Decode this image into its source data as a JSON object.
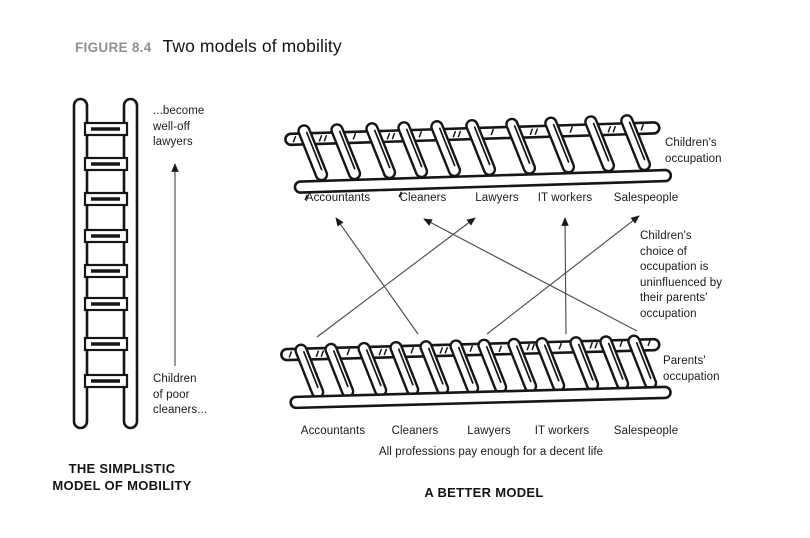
{
  "figure": {
    "label": "FIGURE 8.4",
    "title": "Two models of mobility"
  },
  "simplistic_model": {
    "caption": "THE SIMPLISTIC\nMODEL OF MOBILITY",
    "top_annotation": "...become\nwell-off\nlawyers",
    "bottom_annotation": "Children\nof poor\ncleaners..."
  },
  "better_model": {
    "caption": "A BETTER MODEL",
    "children_ladder_label": "Children's\noccupation",
    "parents_ladder_label": "Parents'\noccupation",
    "children_occupations": [
      "Accountants",
      "Cleaners",
      "Lawyers",
      "IT workers",
      "Salespeople"
    ],
    "parents_occupations": [
      "Accountants",
      "Cleaners",
      "Lawyers",
      "IT workers",
      "Salespeople"
    ],
    "side_note": "Children's\nchoice of\noccupation is\nuninfluenced by\ntheir parents'\noccupation",
    "bottom_note": "All professions pay enough for a decent life",
    "mobility_arrows": [
      {
        "from": "Accountants",
        "to": "Lawyers"
      },
      {
        "from": "Cleaners",
        "to": "Accountants"
      },
      {
        "from": "Lawyers",
        "to": "Salespeople"
      },
      {
        "from": "IT workers",
        "to": "IT workers"
      },
      {
        "from": "Salespeople",
        "to": "Cleaners"
      }
    ]
  },
  "colors": {
    "ink": "#161616",
    "figure_label_gray": "#8f9092",
    "arrow_line": "#4d4d4d",
    "background": "#ffffff"
  }
}
